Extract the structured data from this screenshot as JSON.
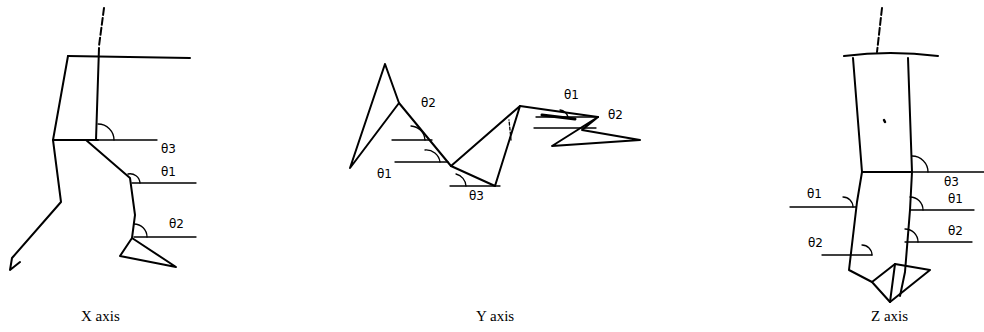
{
  "diagram": {
    "labels": [
      "θ3",
      "θ1",
      "θ2",
      "θ2",
      "θ1",
      "θ3",
      "θ1",
      "θ2",
      "θ3",
      "θ1",
      "θ1",
      "θ2",
      "θ2",
      "X axis",
      "Y axis",
      "Z axis"
    ]
  }
}
